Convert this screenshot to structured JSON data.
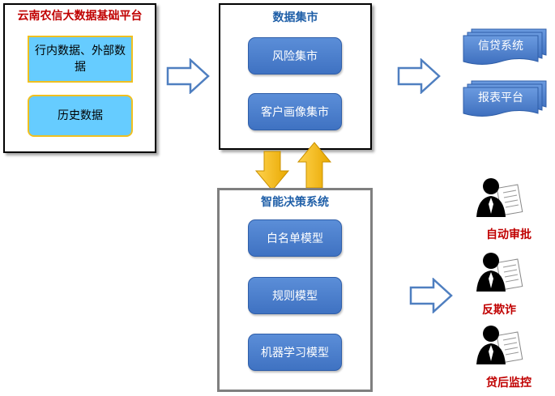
{
  "platform": {
    "title": "云南农信大数据基础平台",
    "internal_data": "行内数据、外部数据",
    "history_data": "历史数据"
  },
  "data_mart": {
    "title": "数据集市",
    "items": [
      {
        "label": "风险集市"
      },
      {
        "label": "客户画像集市"
      }
    ]
  },
  "decision_system": {
    "title": "智能决策系统",
    "models": [
      {
        "label": "白名单模型"
      },
      {
        "label": "规则模型"
      },
      {
        "label": "机器学习模型"
      }
    ]
  },
  "systems": [
    {
      "label": "信贷系统"
    },
    {
      "label": "报表平台"
    }
  ],
  "outputs": [
    {
      "label": "自动审批"
    },
    {
      "label": "反欺诈"
    },
    {
      "label": "贷后监控"
    }
  ],
  "colors": {
    "box_blue": "#4f81d0",
    "cyan": "#66ccff",
    "gold_arrow": "#ffc000",
    "title_red": "#c00000",
    "title_blue": "#1f5fa8"
  }
}
